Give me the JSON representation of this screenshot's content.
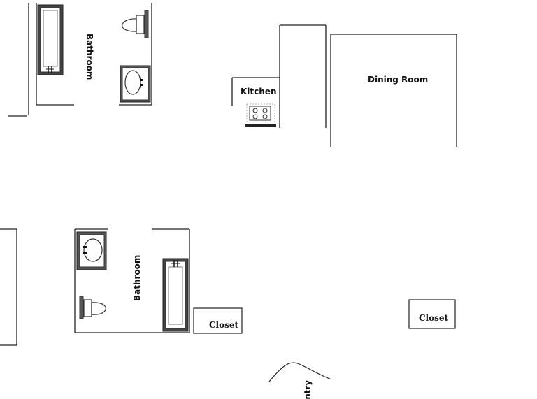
{
  "floorplan": {
    "rooms": {
      "bathroom_upper": "Bathroom",
      "kitchen": "Kitchen",
      "dining_room": "Dining Room",
      "bathroom_lower": "Bathroom",
      "closet_left": "Closet",
      "closet_right": "Closet",
      "entry": "Entry"
    }
  }
}
